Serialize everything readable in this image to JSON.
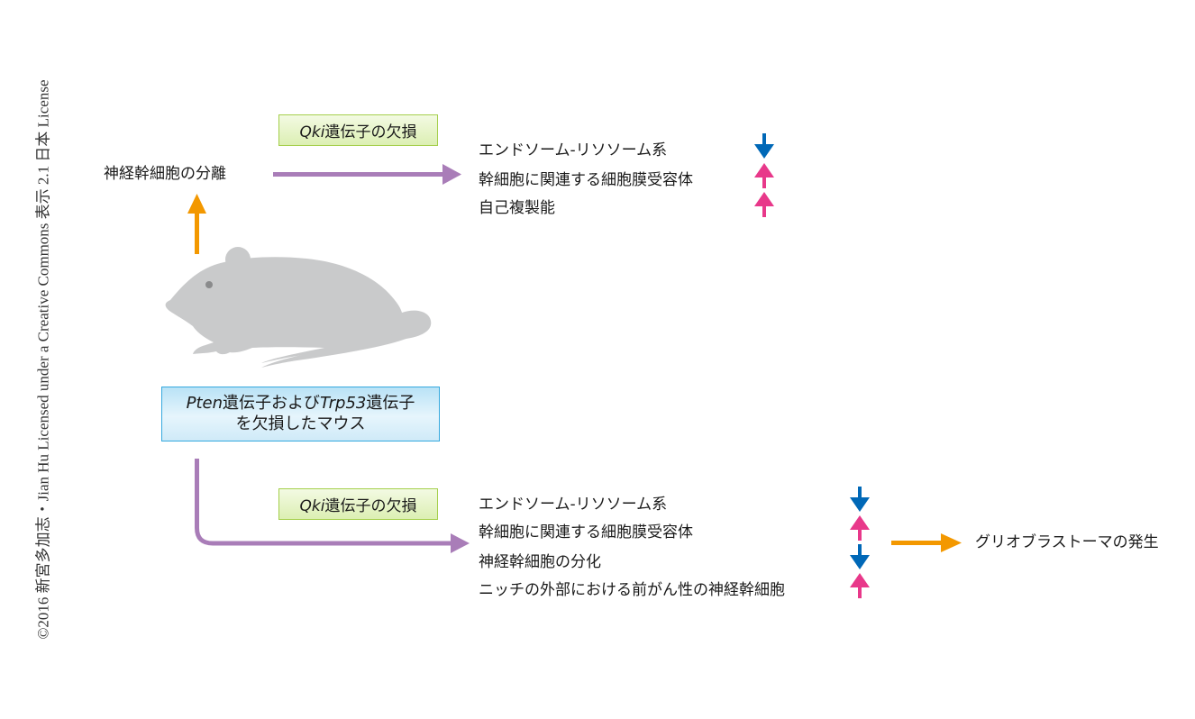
{
  "credit": "©2016 新宮多加志・Jian Hu Licensed under a Creative Commons 表示 2.1 日本 License",
  "colors": {
    "purple_arrow": "#a97db8",
    "orange_arrow": "#f39800",
    "down_arrow": "#0068b7",
    "up_arrow": "#e8388a",
    "mouse": "#c9cacb",
    "green_box_border": "#a5cf4c",
    "blue_box_border": "#35a9de"
  },
  "top": {
    "source_label": "神経幹細胞の分離",
    "condition": {
      "italic": "Qki",
      "rest": "遺伝子の欠損"
    },
    "effects": [
      {
        "label": "エンドソーム-リソソーム系",
        "direction": "down",
        "icon": "down-arrow-icon"
      },
      {
        "label": "幹細胞に関連する細胞膜受容体",
        "direction": "up",
        "icon": "up-arrow-icon"
      },
      {
        "label": "自己複製能",
        "direction": "up",
        "icon": "up-arrow-icon"
      }
    ]
  },
  "mouse_box": {
    "line1_part1_italic": "Pten",
    "line1_part2": "遺伝子および",
    "line1_part3_italic": "Trp53",
    "line1_part4": "遺伝子",
    "line2": "を欠損したマウス"
  },
  "bottom": {
    "condition": {
      "italic": "Qki",
      "rest": "遺伝子の欠損"
    },
    "effects": [
      {
        "label": "エンドソーム-リソソーム系",
        "direction": "down",
        "icon": "down-arrow-icon"
      },
      {
        "label": "幹細胞に関連する細胞膜受容体",
        "direction": "up",
        "icon": "up-arrow-icon"
      },
      {
        "label": "神経幹細胞の分化",
        "direction": "down",
        "icon": "down-arrow-icon"
      },
      {
        "label": "ニッチの外部における前がん性の神経幹細胞",
        "direction": "up",
        "icon": "up-arrow-icon"
      }
    ],
    "outcome": "グリオブラストーマの発生"
  }
}
